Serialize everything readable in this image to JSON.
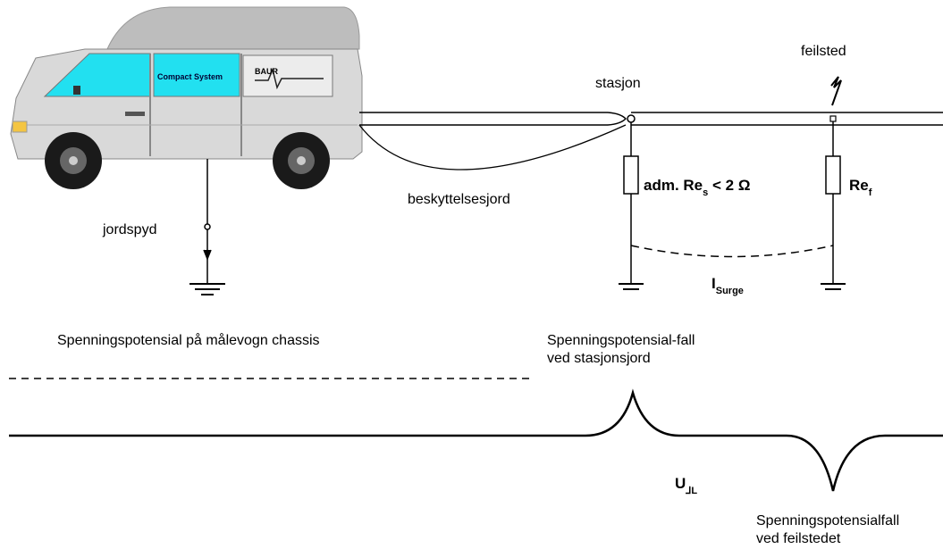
{
  "vehicle": {
    "panel_text": "Compact System",
    "logo_text": "BAUR",
    "colors": {
      "window": "#22e0f0",
      "body": "#d9d9d9",
      "roof": "#bdbdbd"
    }
  },
  "labels": {
    "feilsted": "feilsted",
    "stasjon": "stasjon",
    "beskyttelsesjord": "beskyttelsesjord",
    "jordspyd": "jordspyd",
    "spenning_chassis": "Spenningspotensial på målevogn chassis",
    "potensialfall_stasjon_line1": "Spenningspotensial-fall",
    "potensialfall_stasjon_line2": "ved stasjonsjord",
    "potensialfall_feil_line1": "Spenningspotensialfall",
    "potensialfall_feil_line2": "ved feilstedet"
  },
  "resistors": {
    "station_prefix": "adm. Re",
    "station_sub": "s",
    "station_suffix": " < 2 Ω",
    "fault_prefix": "Re",
    "fault_sub": "f"
  },
  "current": {
    "symbol": "I",
    "sub": "Surge"
  },
  "voltage": {
    "symbol": "U",
    "sub": "⅃L"
  }
}
